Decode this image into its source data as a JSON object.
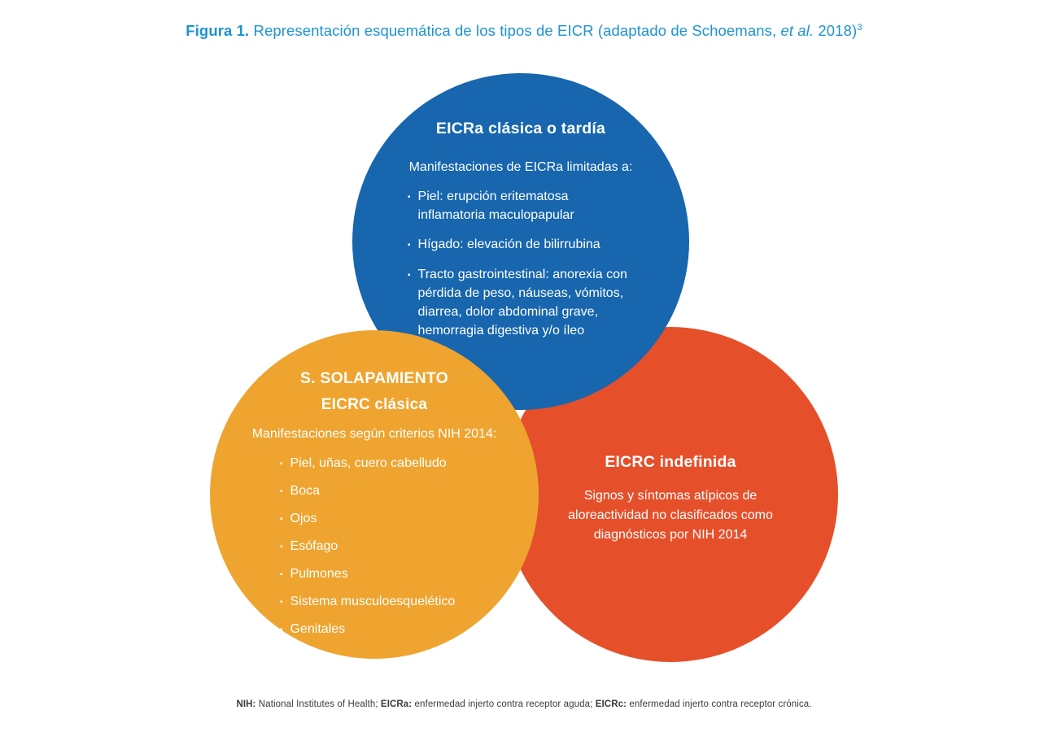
{
  "title": {
    "label": "Figura 1.",
    "text": " Representación esquemática de los tipos de EICR (adaptado de Schoemans, ",
    "etal": "et al.",
    "rest": " 2018)",
    "sup": "3"
  },
  "colors": {
    "title_blue": "#1d93d2",
    "circle_blue": "#1766ae",
    "circle_orange": "#eea42f",
    "circle_red": "#e5502b",
    "text_on_circles": "#ffffff",
    "footnote_text": "#3b3b3b"
  },
  "circles": {
    "blue": {
      "heading": "EICRa clásica o tardía",
      "intro": "Manifestaciones de EICRa limitadas a:",
      "bullets": [
        {
          "lines": [
            "Piel: erupción eritematosa",
            "inflamatoria maculopapular"
          ]
        },
        {
          "lines": [
            "Hígado: elevación de bilirrubina"
          ]
        },
        {
          "lines": [
            "Tracto gastrointestinal: anorexia con",
            "pérdida de peso, náuseas, vómitos,",
            "diarrea, dolor abdominal grave,",
            "hemorragia digestiva y/o íleo"
          ]
        }
      ]
    },
    "orange": {
      "heading_line1": "S. SOLAPAMIENTO",
      "heading_line2": "EICRC clásica",
      "intro": "Manifestaciones según criterios NIH 2014:",
      "bullets": [
        "Piel, uñas, cuero cabelludo",
        "Boca",
        "Ojos",
        "Esófago",
        "Pulmones",
        "Sistema musculoesquelético",
        "Genitales"
      ]
    },
    "red": {
      "heading": "EICRC indefinida",
      "body_lines": [
        "Signos y síntomas atípicos de",
        "aloreactividad no clasificados como",
        "diagnósticos por NIH 2014"
      ]
    }
  },
  "footnote": {
    "part1_bold": "NIH:",
    "part1": " National Institutes of Health; ",
    "part2_bold": "EICRa:",
    "part2": " enfermedad injerto contra receptor aguda; ",
    "part3_bold": "EICRc:",
    "part3": " enfermedad injerto contra receptor crónica."
  }
}
